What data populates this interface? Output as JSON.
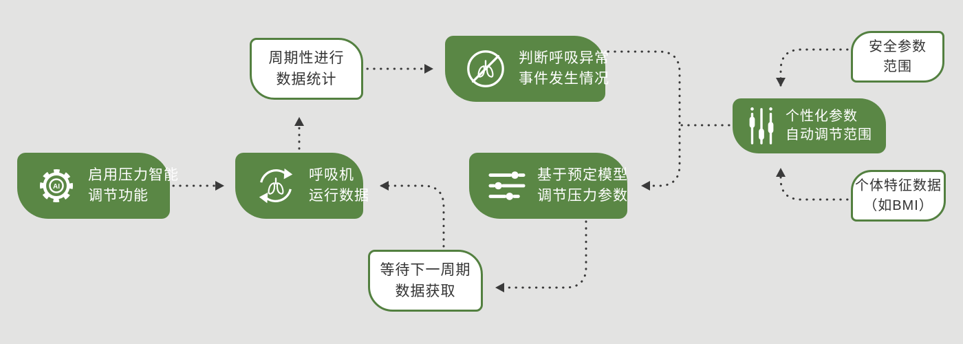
{
  "canvas": {
    "background_color": "#e3e3e2",
    "node_green_color": "#5a8745",
    "white_node_border_color": "#538040",
    "text_dark_color": "#333333",
    "connector_color": "#3a3a3a"
  },
  "nodes": {
    "enable_smart_pressure": {
      "line1": "启用压力智能",
      "line2": "调节功能",
      "icon": "ai-gear-icon"
    },
    "ventilator_run_data": {
      "line1": "呼吸机",
      "line2": "运行数据",
      "icon": "lungs-cycle-icon"
    },
    "periodic_statistics": {
      "line1": "周期性进行",
      "line2": "数据统计"
    },
    "abnormal_event_judge": {
      "line1": "判断呼吸异常",
      "line2": "事件发生情况",
      "icon": "lungs-slash-icon"
    },
    "model_pressure_adjust": {
      "line1": "基于预定模型",
      "line2": "调节压力参数",
      "icon": "h-sliders-icon"
    },
    "wait_next_cycle": {
      "line1": "等待下一周期",
      "line2": "数据获取"
    },
    "personalized_range": {
      "line1": "个性化参数",
      "line2": "自动调节范围",
      "icon": "v-sliders-icon"
    },
    "safety_param_range": {
      "line1": "安全参数",
      "line2": "范围"
    },
    "individual_data": {
      "line1": "个体特征数据",
      "line2": "（如BMI）"
    }
  },
  "icons": {
    "ai_label": "AI"
  }
}
